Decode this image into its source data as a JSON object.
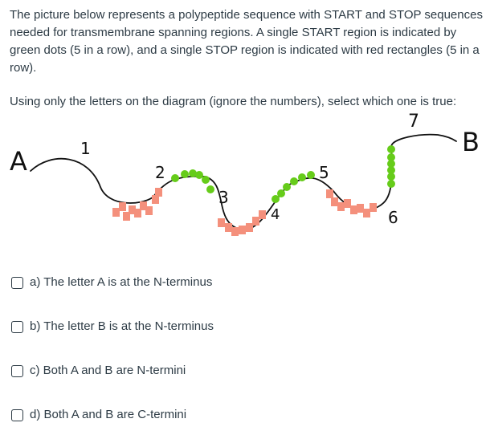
{
  "question": {
    "text": "The picture below represents a polypeptide sequence with START and STOP sequences needed for transmembrane spanning regions. A single START region is indicated by green dots (5 in a row), and a single STOP region is indicated with red rectangles (5 in a row).",
    "instruction": "Using only the letters on the diagram (ignore the numbers), select which one is true:"
  },
  "diagram": {
    "labels": {
      "end_left": "A",
      "end_right": "B",
      "n1": "1",
      "n2": "2",
      "n3": "3",
      "n4": "4",
      "n5": "5",
      "n6": "6",
      "n7": "7"
    },
    "colors": {
      "start_dots": "#66cc1a",
      "stop_rects": "#f4907c",
      "line": "#111111"
    }
  },
  "options": [
    {
      "label": "a) The letter A is at the N-terminus"
    },
    {
      "label": "b) The letter B is at the N-terminus"
    },
    {
      "label": "c) Both A and B are N-termini"
    },
    {
      "label": "d) Both A and B are C-termini"
    }
  ]
}
